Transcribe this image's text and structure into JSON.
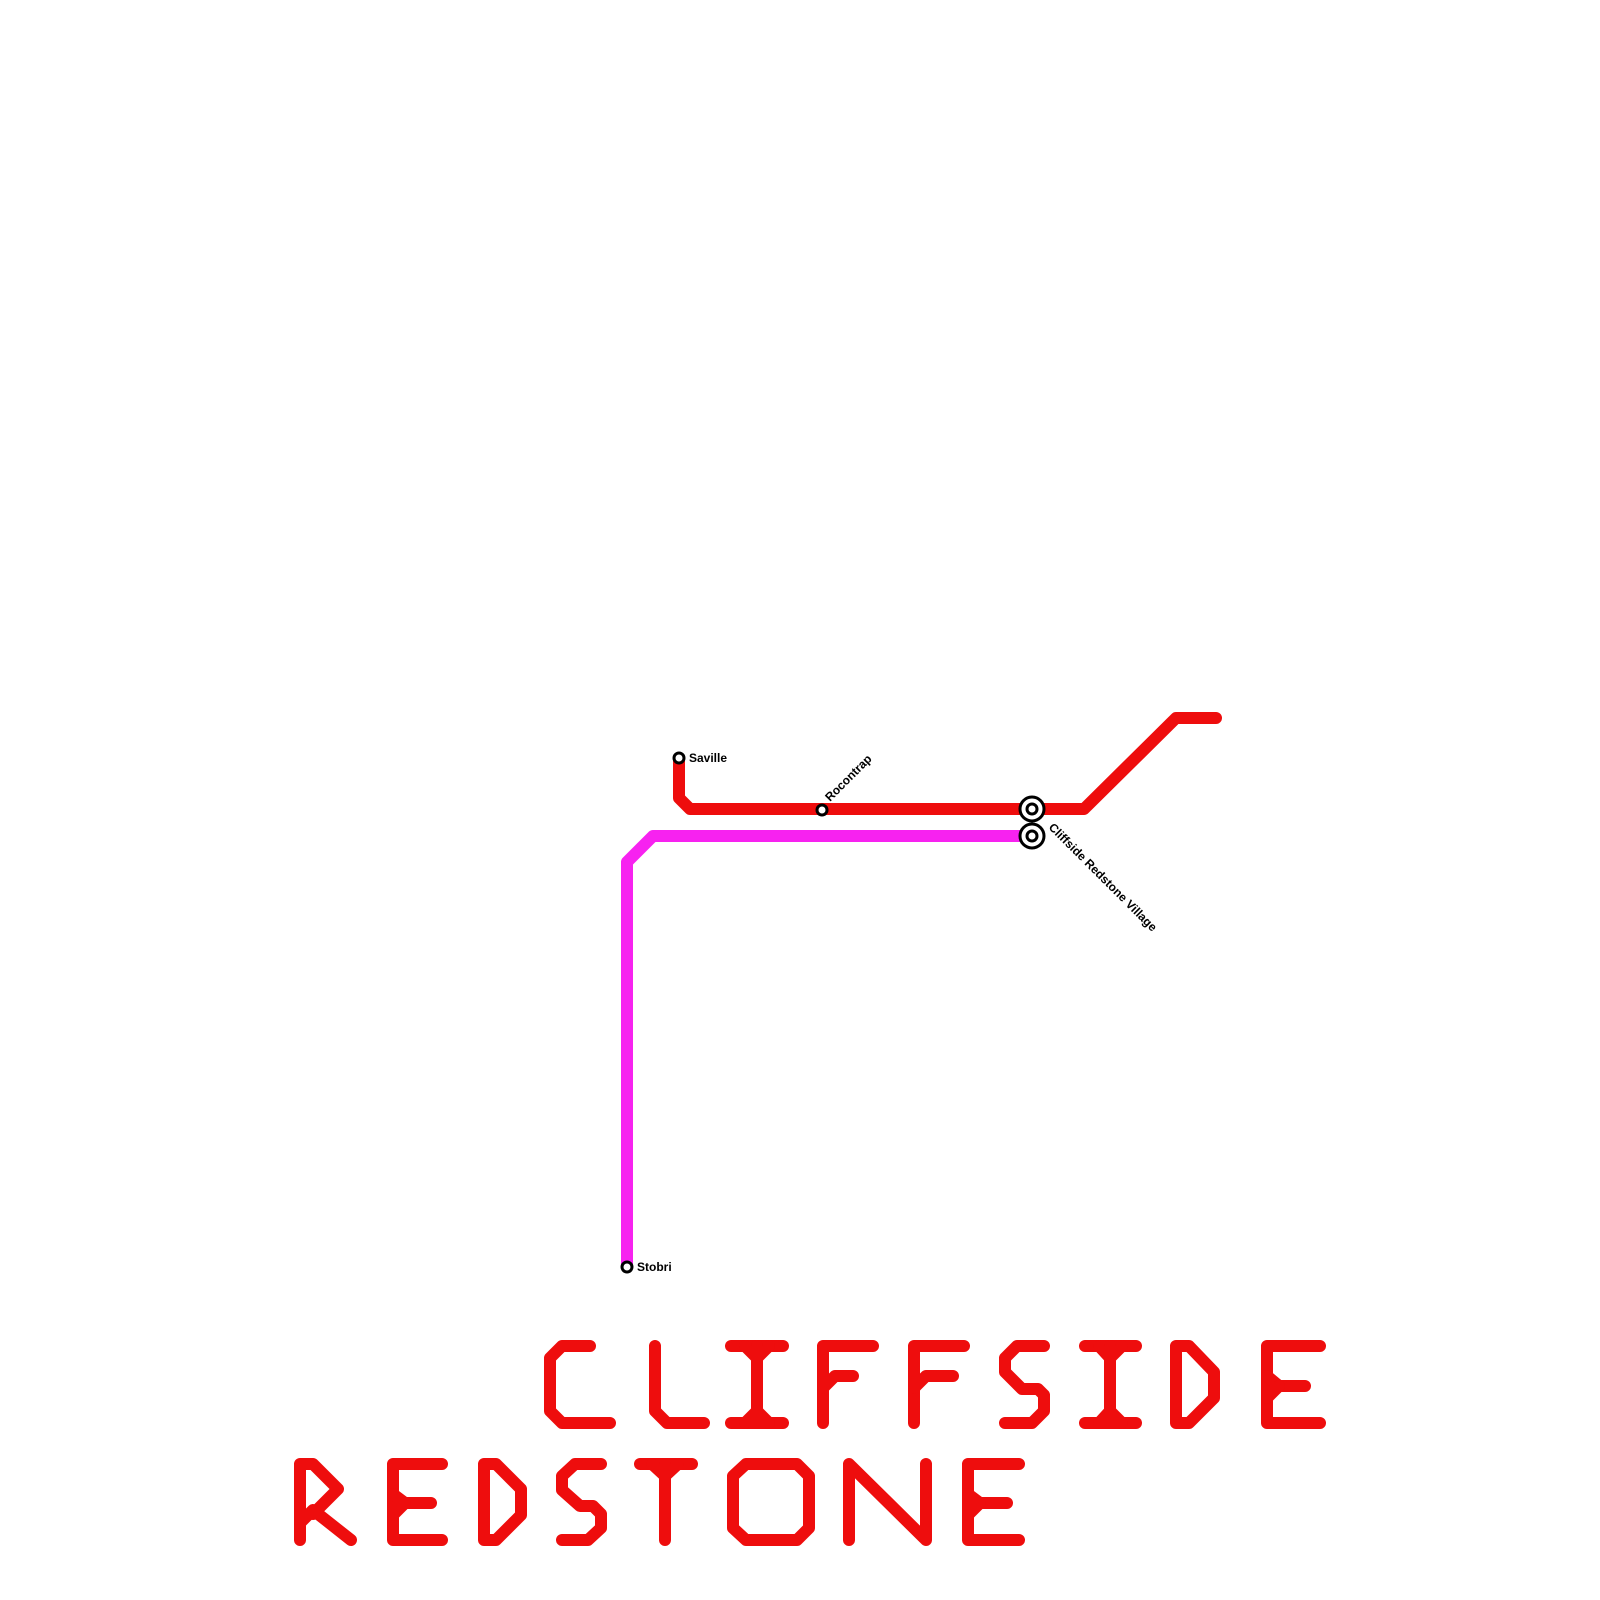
{
  "map": {
    "title_line1": "CLIFFSIDE",
    "title_line2": "REDSTONE",
    "lines": [
      {
        "name": "red-line",
        "color": "#ee0d0d"
      },
      {
        "name": "magenta-line",
        "color": "#f722f0"
      }
    ],
    "stations": [
      {
        "name": "Saville",
        "type": "stop",
        "line": "red-line"
      },
      {
        "name": "Rocontrap",
        "type": "stop",
        "line": "red-line"
      },
      {
        "name": "Cliffside Redstone Village",
        "type": "interchange",
        "lines": [
          "red-line",
          "magenta-line"
        ]
      },
      {
        "name": "Stobri",
        "type": "stop",
        "line": "magenta-line"
      }
    ]
  }
}
